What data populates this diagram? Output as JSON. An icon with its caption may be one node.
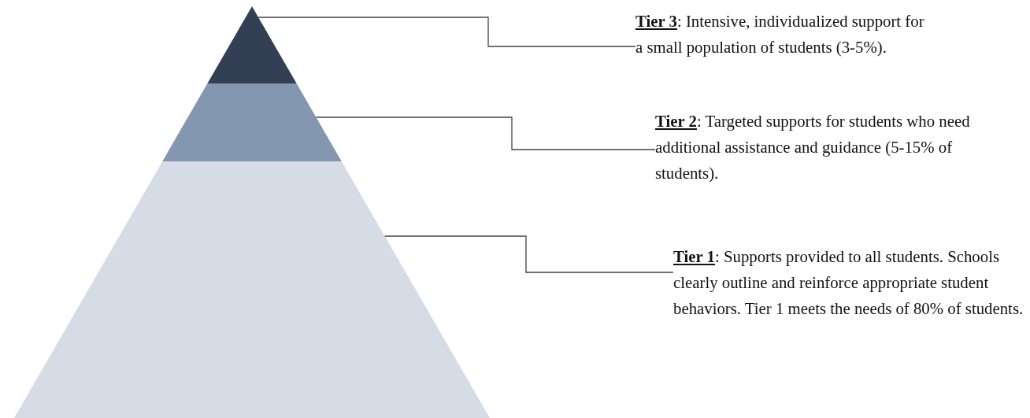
{
  "diagram": {
    "nodes": [
      {
        "text": [],
        "shape": "triangle"
      },
      {
        "text": [],
        "shape": "trapezoid"
      },
      {
        "text": [],
        "shape": "trapezoid"
      },
      {
        "text": [
          "**Tier 3**: Intensive, individualized support for a small population of students (3-5%)."
        ]
      },
      {
        "text": [
          "**Tier 2**: Targeted supports for students who need additional assistance and guidance (5-15% of students)."
        ]
      },
      {
        "text": [
          "**Tier 1**: Supports provided to all students. Schools clearly outline and reinforce appropriate student behaviors. Tier 1 meets the needs of 80% of students."
        ]
      }
    ],
    "edges": [
      {
        "from": 0,
        "to": 3,
        "arrow": "none"
      },
      {
        "from": 1,
        "to": 4,
        "arrow": "none"
      },
      {
        "from": 2,
        "to": 5,
        "arrow": "none"
      }
    ]
  }
}
